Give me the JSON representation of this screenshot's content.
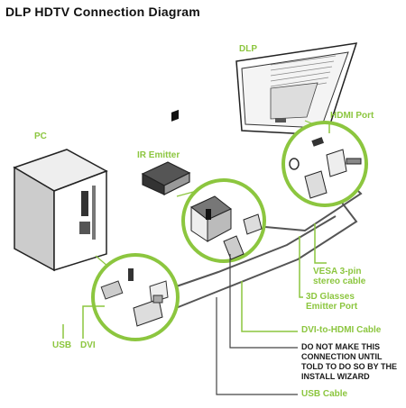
{
  "title": "DLP HDTV Connection Diagram",
  "labels": {
    "dlp": "DLP",
    "pc": "PC",
    "ir_emitter": "IR Emitter",
    "hdmi_port": "HDMI Port",
    "usb": "USB",
    "dvi": "DVI",
    "vesa": "VESA 3-pin\nstereo cable",
    "glasses_port": "3D Glasses\nEmitter Port",
    "dvi_hdmi": "DVI-to-HDMI Cable",
    "warning": "DO NOT MAKE THIS\nCONNECTION UNTIL\nTOLD TO DO SO BY THE\nINSTALL WIZARD",
    "usb_cable": "USB Cable"
  },
  "colors": {
    "accent": "#8cc63f",
    "text": "#1a1a1a",
    "line": "#444444"
  }
}
